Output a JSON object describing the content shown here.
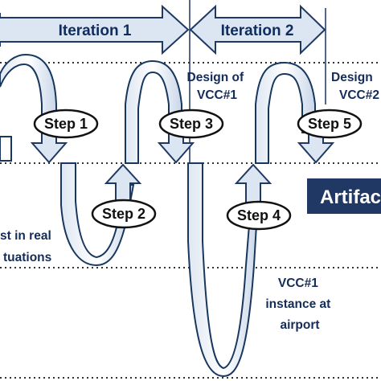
{
  "iterations": [
    {
      "label": "Iteration 1"
    },
    {
      "label": "Iteration 2"
    }
  ],
  "steps": [
    {
      "label": "Step 1"
    },
    {
      "label": "Step 2"
    },
    {
      "label": "Step 3"
    },
    {
      "label": "Step 4"
    },
    {
      "label": "Step 5"
    }
  ],
  "annotations": {
    "design_vcc1": [
      "Design of",
      "VCC#1"
    ],
    "design_vcc2": [
      "Design",
      "VCC#2"
    ],
    "test_real": [
      "st in real",
      "tuations"
    ],
    "vcc1_instance": [
      "VCC#1",
      "instance at",
      "airport"
    ]
  },
  "artifact": {
    "label": "Artifac"
  },
  "colors": {
    "arrow_fill": "#dce6f2",
    "arrow_stroke": "#1f3864",
    "loop_stroke": "#17375e",
    "artifact_fill": "#1f3864",
    "dotted_line": "#333333"
  }
}
